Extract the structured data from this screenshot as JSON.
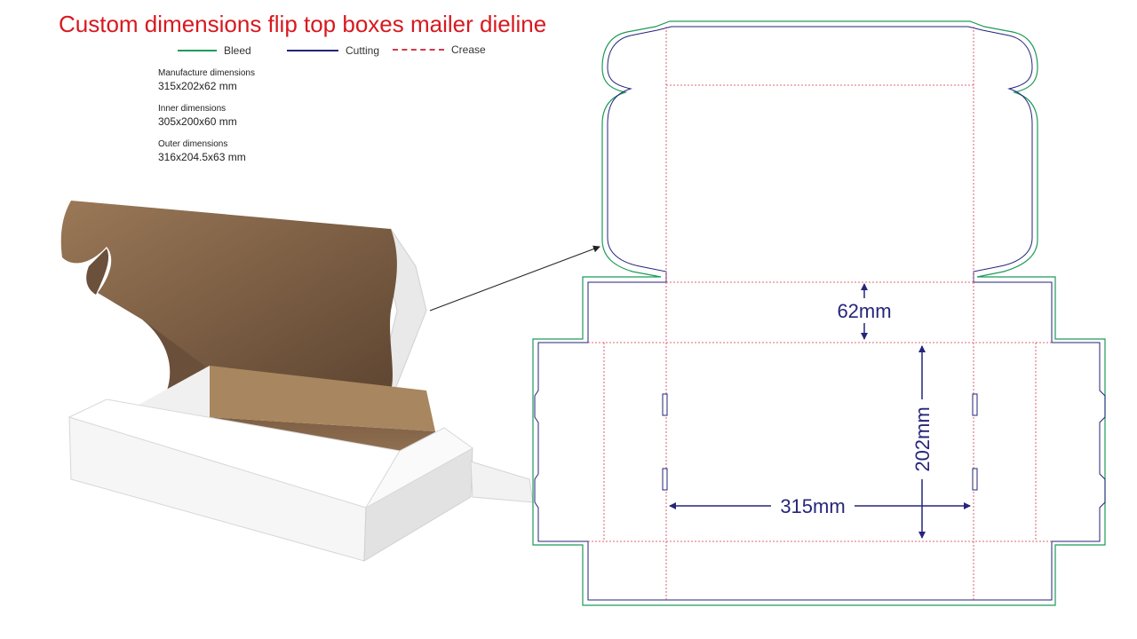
{
  "title": "Custom dimensions flip top boxes mailer dieline",
  "legend": [
    {
      "label": "Bleed",
      "color": "#1f9a5a"
    },
    {
      "label": "Cutting",
      "color": "#23237a"
    },
    {
      "label": "Crease",
      "color": "#d23a4b"
    }
  ],
  "dimensions": [
    {
      "label": "Manufacture dimensions",
      "value": "315x202x62 mm"
    },
    {
      "label": "Inner dimensions",
      "value": "305x200x60 mm"
    },
    {
      "label": "Outer dimensions",
      "value": "316x204.5x63 mm"
    }
  ],
  "measurements": {
    "depth": "62mm",
    "width": "202mm",
    "length": "315mm"
  },
  "colors": {
    "box_kraft": "#8a6a4e",
    "box_white": "#f4f4f4",
    "title": "#d7191f"
  }
}
